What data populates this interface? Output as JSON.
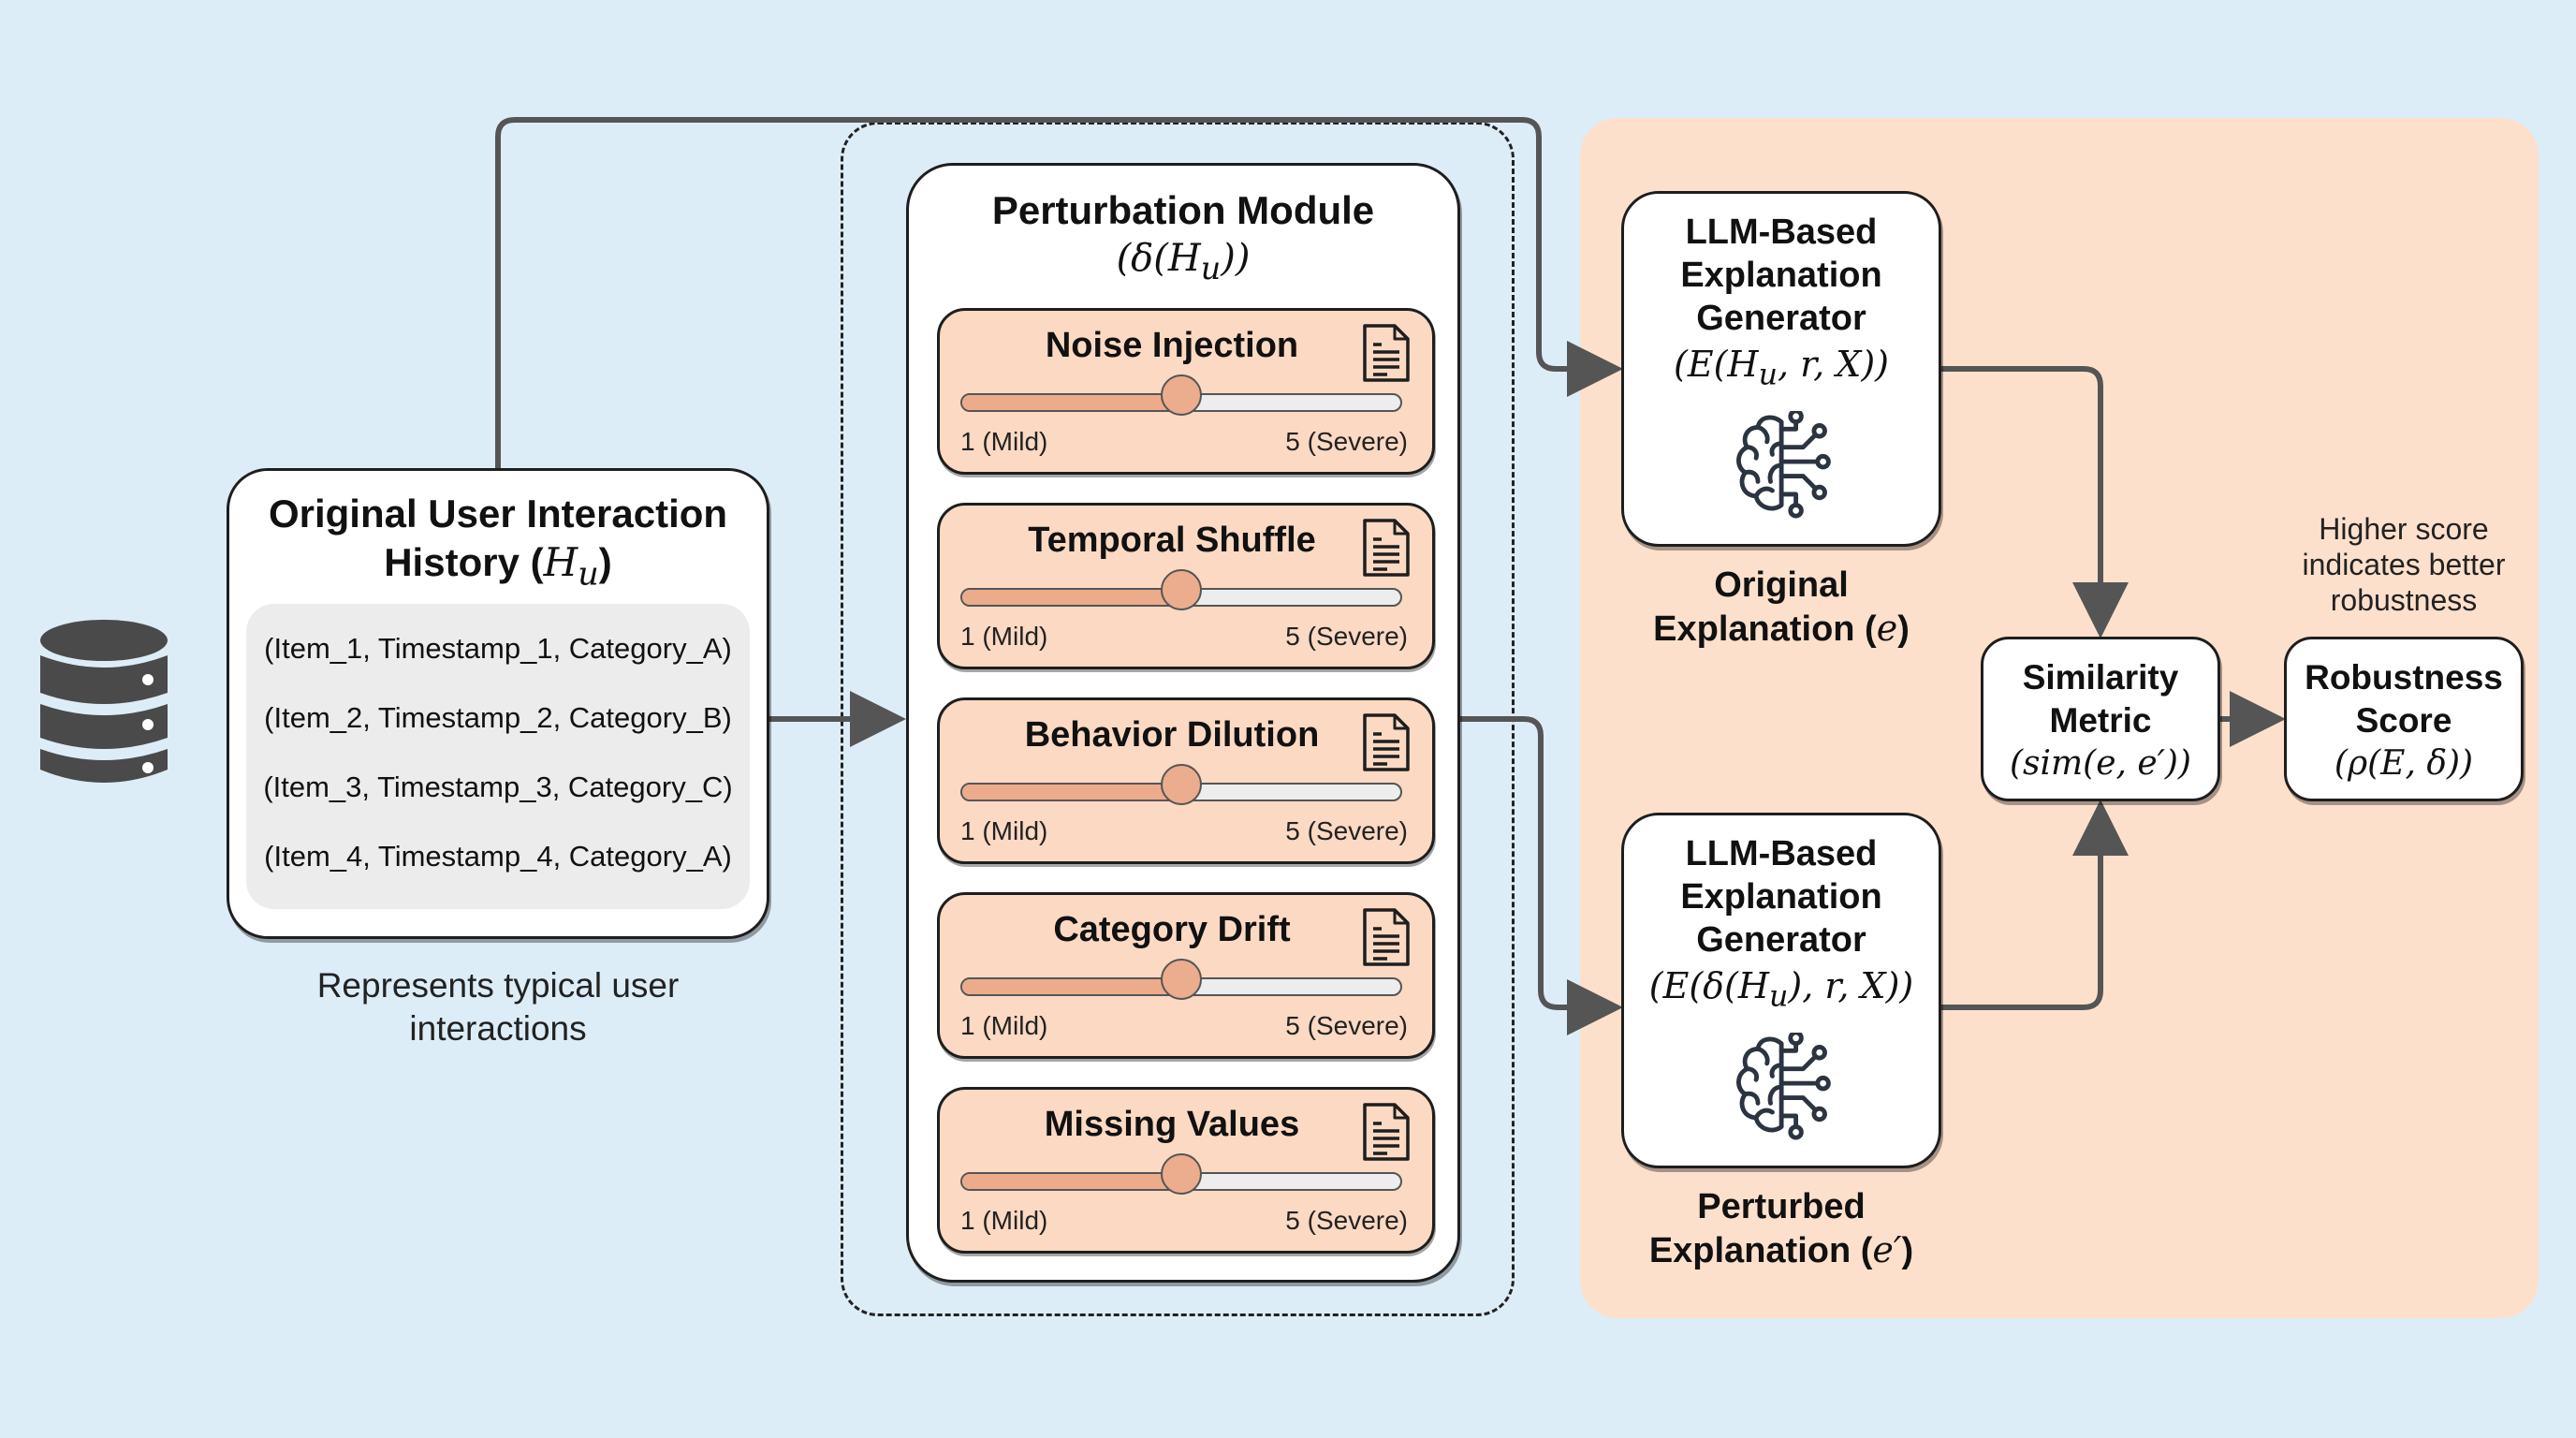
{
  "colors": {
    "background": "#dcedf8",
    "evaluation_panel": "#fde0cc",
    "perturbation_card": "#fcd9c2",
    "slider_fill": "#ecac8c",
    "slider_track": "#ededed",
    "connector": "#555555",
    "border": "#1e1e1e"
  },
  "database": {
    "icon": "database-icon"
  },
  "history": {
    "title_line1": "Original User Interaction",
    "title_line2": "History (",
    "title_symbol": "H",
    "title_sub": "u",
    "title_close": ")",
    "rows": [
      "(Item_1, Timestamp_1, Category_A)",
      "(Item_2, Timestamp_2, Category_B)",
      "(Item_3, Timestamp_3, Category_C)",
      "(Item_4, Timestamp_4, Category_A)"
    ],
    "caption_line1": "Represents typical user",
    "caption_line2": "interactions"
  },
  "perturbation_module": {
    "title": "Perturbation Module",
    "formula": "(δ(H",
    "formula_sub": "u",
    "formula_close": "))",
    "min_label": "1 (Mild)",
    "max_label": "5 (Severe)",
    "slider_min": 1,
    "slider_max": 5,
    "perturbations": [
      {
        "name": "Noise Injection",
        "level": 3,
        "icon": "document-icon"
      },
      {
        "name": "Temporal Shuffle",
        "level": 3,
        "icon": "document-icon"
      },
      {
        "name": "Behavior Dilution",
        "level": 3,
        "icon": "document-icon"
      },
      {
        "name": "Category Drift",
        "level": 3,
        "icon": "document-icon"
      },
      {
        "name": "Missing Values",
        "level": 3,
        "icon": "document-icon"
      }
    ]
  },
  "generator_original": {
    "title_line1": "LLM-Based",
    "title_line2": "Explanation",
    "title_line3": "Generator",
    "formula_pre": "(E(H",
    "formula_sub": "u",
    "formula_post": ", r, X))",
    "icon": "brain-circuit-icon",
    "caption_line1": "Original",
    "caption_line2": "Explanation (",
    "caption_symbol": "e",
    "caption_close": ")"
  },
  "generator_perturbed": {
    "title_line1": "LLM-Based",
    "title_line2": "Explanation",
    "title_line3": "Generator",
    "formula_pre": "(E(δ(H",
    "formula_sub": "u",
    "formula_post": "), r, X))",
    "icon": "brain-circuit-icon",
    "caption_line1": "Perturbed",
    "caption_line2": "Explanation (",
    "caption_symbol": "e′",
    "caption_close": ")"
  },
  "similarity": {
    "title_line1": "Similarity",
    "title_line2": "Metric",
    "formula": "(sim(e, e′))"
  },
  "robustness": {
    "title_line1": "Robustness",
    "title_line2": "Score",
    "formula": "(ρ(E, δ))",
    "note_line1": "Higher score",
    "note_line2": "indicates better",
    "note_line3": "robustness"
  }
}
